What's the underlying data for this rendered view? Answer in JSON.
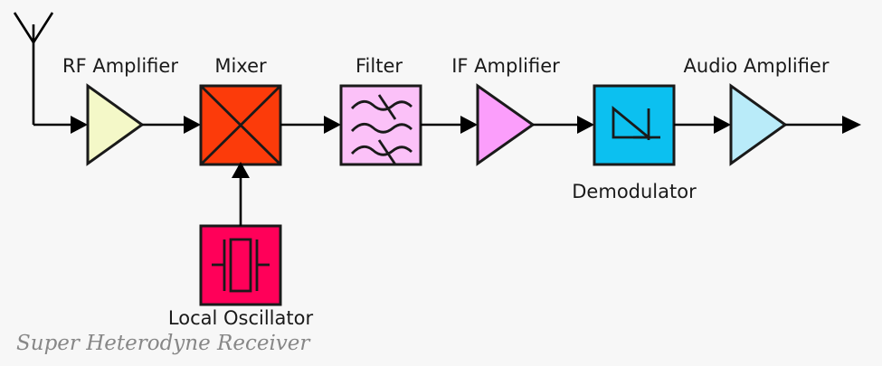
{
  "diagram": {
    "caption": "Super Heterodyne Receiver",
    "background_color": "#f7f7f7",
    "line_color": "#000000",
    "label_color": "#1a1a1a",
    "caption_color": "#878787",
    "blocks": [
      {
        "id": "antenna",
        "label": "",
        "shape": "antenna",
        "icon": "antenna-icon",
        "fill": "none"
      },
      {
        "id": "rf-amplifier",
        "label": "RF Amplifier",
        "shape": "triangle",
        "icon": "amplifier-triangle-icon",
        "fill": "#f4f8c8"
      },
      {
        "id": "mixer",
        "label": "Mixer",
        "shape": "square-x",
        "icon": "mixer-x-icon",
        "fill": "#fc3b0a"
      },
      {
        "id": "filter",
        "label": "Filter",
        "shape": "square-waves",
        "icon": "filter-waves-icon",
        "fill": "#fbc1f8"
      },
      {
        "id": "if-amplifier",
        "label": "IF Amplifier",
        "shape": "triangle",
        "icon": "amplifier-triangle-icon",
        "fill": "#fb9efb"
      },
      {
        "id": "demodulator",
        "label": "Demodulator",
        "shape": "square-diode",
        "icon": "diode-icon",
        "fill": "#0cc0f0"
      },
      {
        "id": "audio-amplifier",
        "label": "Audio Amplifier",
        "shape": "triangle",
        "icon": "amplifier-triangle-icon",
        "fill": "#b9ebf9"
      },
      {
        "id": "local-oscillator",
        "label": "Local Oscillator",
        "shape": "square-crystal",
        "icon": "crystal-oscillator-icon",
        "fill": "#ff0059"
      }
    ],
    "labels": {
      "rf_amplifier": "RF Amplifier",
      "mixer": "Mixer",
      "filter": "Filter",
      "if_amplifier": "IF Amplifier",
      "demodulator": "Demodulator",
      "audio_amplifier": "Audio Amplifier",
      "local_oscillator": "Local Oscillator"
    },
    "signal_flow": [
      "antenna",
      "rf-amplifier",
      "mixer",
      "filter",
      "if-amplifier",
      "demodulator",
      "audio-amplifier",
      "output"
    ],
    "extra_flow": [
      "local-oscillator -> mixer"
    ]
  }
}
